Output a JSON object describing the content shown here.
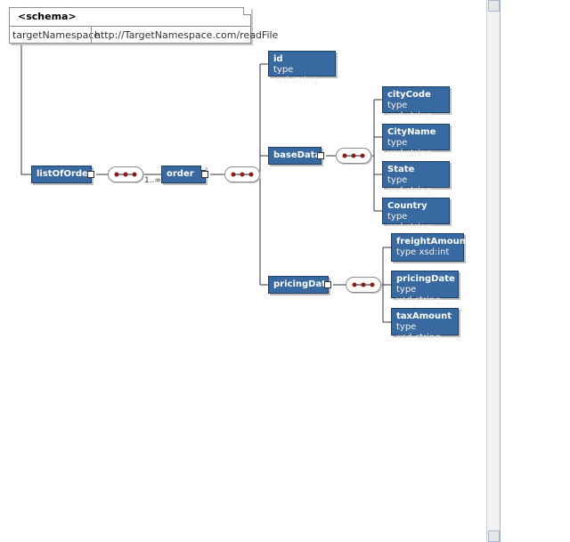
{
  "schema": {
    "title": "<schema>",
    "attr_key": "targetNamespace",
    "attr_value": "http://TargetNamespace.com/readFile"
  },
  "nodes": {
    "listOfOrder": {
      "name": "listOfOrder"
    },
    "order": {
      "name": "order",
      "occurrence": "1..∞"
    },
    "id": {
      "name": "id",
      "type": "type xsd:string"
    },
    "baseData": {
      "name": "baseData"
    },
    "pricingData": {
      "name": "pricingData"
    },
    "cityCode": {
      "name": "cityCode",
      "type": "type xsd:string"
    },
    "CityName": {
      "name": "CityName",
      "type": "type xsd:string"
    },
    "State": {
      "name": "State",
      "type": "type xsd:string"
    },
    "Country": {
      "name": "Country",
      "type": "type xsd:string"
    },
    "freightAmount": {
      "name": "freightAmount",
      "type": "type xsd:int"
    },
    "pricingDate": {
      "name": "pricingDate",
      "type": "type xsd:string"
    },
    "taxAmount": {
      "name": "taxAmount",
      "type": "type xsd:string"
    }
  },
  "colors": {
    "element_fill": "#386aa1",
    "element_border": "#1c3e66",
    "connector": "#333333"
  }
}
